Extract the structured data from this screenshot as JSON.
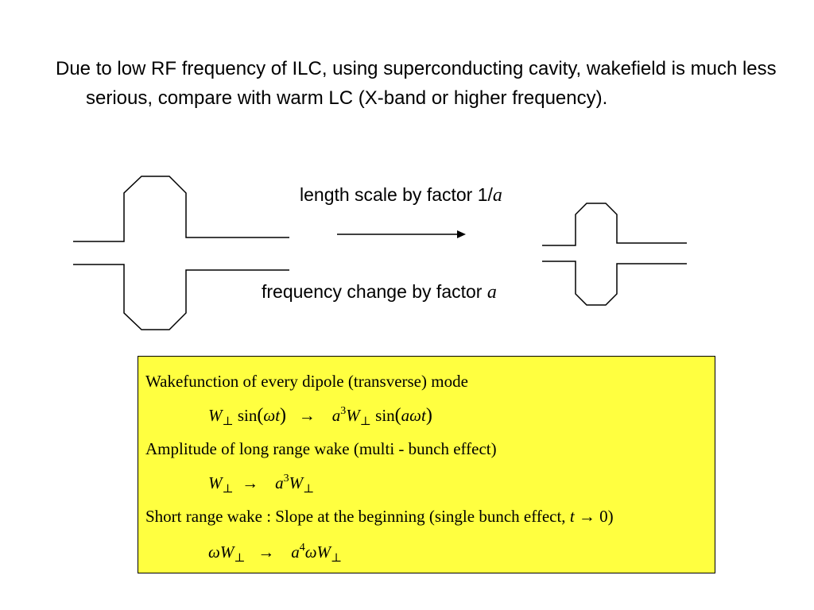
{
  "intro": {
    "text": "Due to low RF frequency of ILC, using superconducting cavity, wakefield is much less serious, compare with warm LC (X-band or higher frequency)."
  },
  "diagram": {
    "top_label_text": "length scale by factor 1/",
    "top_label_var": "a",
    "bottom_label_text": "frequency change by factor ",
    "bottom_label_var": "a"
  },
  "box": {
    "background": "#ffff40",
    "line1": "Wakefunction of every dipole (transverse) mode",
    "eq1": {
      "lhs_var": "W",
      "lhs_sub": "⊥",
      "lhs_func": "sin",
      "lhs_arg": "ωt",
      "arrow": "→",
      "rhs_coef": "a",
      "rhs_exp": "3",
      "rhs_var": "W",
      "rhs_sub": "⊥",
      "rhs_func": "sin",
      "rhs_arg": "aωt"
    },
    "line2": "Amplitude of long range wake (multi - bunch effect)",
    "eq2": {
      "lhs_var": "W",
      "lhs_sub": "⊥",
      "arrow": "→",
      "rhs_coef": "a",
      "rhs_exp": "3",
      "rhs_var": "W",
      "rhs_sub": "⊥"
    },
    "line3_text": "Short range wake : Slope at the beginning (single bunch effect, ",
    "line3_var": "t",
    "line3_tail": " → 0)",
    "eq3": {
      "lhs_var": "ωW",
      "lhs_sub": "⊥",
      "arrow": "→",
      "rhs_coef": "a",
      "rhs_exp": "4",
      "rhs_var": "ωW",
      "rhs_sub": "⊥"
    }
  }
}
